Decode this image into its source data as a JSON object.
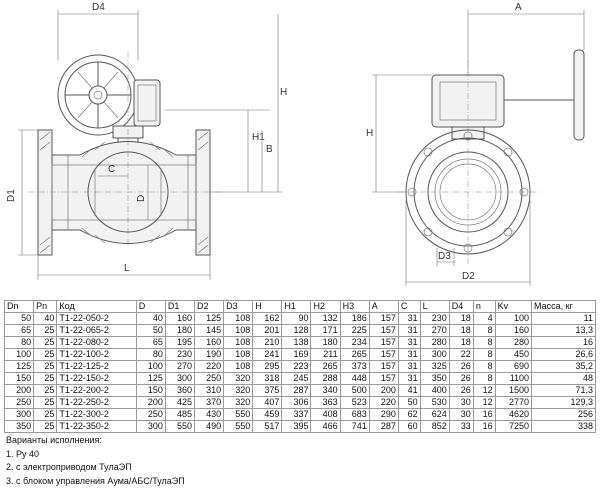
{
  "drawing": {
    "left_labels": [
      "D4",
      "H1",
      "H",
      "B",
      "D1",
      "C",
      "D",
      "L"
    ],
    "right_labels": [
      "A",
      "H",
      "D3",
      "D2"
    ]
  },
  "table": {
    "headers": [
      "Dn",
      "Pn",
      "Код",
      "D",
      "D1",
      "D2",
      "D3",
      "H",
      "H1",
      "H2",
      "H3",
      "A",
      "C",
      "L",
      "D4",
      "n",
      "Kv",
      "Масса, кг"
    ],
    "rows": [
      [
        "50",
        "40",
        "Т1-22-050-2",
        "40",
        "160",
        "125",
        "108",
        "162",
        "90",
        "132",
        "186",
        "157",
        "31",
        "230",
        "18",
        "4",
        "100",
        "11"
      ],
      [
        "65",
        "25",
        "Т1-22-065-2",
        "50",
        "180",
        "145",
        "108",
        "201",
        "128",
        "171",
        "225",
        "157",
        "31",
        "270",
        "18",
        "8",
        "160",
        "13,3"
      ],
      [
        "80",
        "25",
        "Т1-22-080-2",
        "65",
        "195",
        "160",
        "108",
        "210",
        "138",
        "180",
        "234",
        "157",
        "31",
        "280",
        "18",
        "8",
        "280",
        "16"
      ],
      [
        "100",
        "25",
        "Т1-22-100-2",
        "80",
        "230",
        "190",
        "108",
        "241",
        "169",
        "211",
        "265",
        "157",
        "31",
        "300",
        "22",
        "8",
        "450",
        "26,6"
      ],
      [
        "125",
        "25",
        "Т1-22-125-2",
        "100",
        "270",
        "220",
        "108",
        "295",
        "223",
        "265",
        "373",
        "157",
        "31",
        "325",
        "26",
        "8",
        "690",
        "35,2"
      ],
      [
        "150",
        "25",
        "Т1-22-150-2",
        "125",
        "300",
        "250",
        "320",
        "318",
        "245",
        "288",
        "448",
        "157",
        "31",
        "350",
        "26",
        "8",
        "1100",
        "48"
      ],
      [
        "200",
        "25",
        "Т1-22-200-2",
        "150",
        "360",
        "310",
        "320",
        "375",
        "287",
        "340",
        "500",
        "200",
        "41",
        "400",
        "26",
        "12",
        "1500",
        "71,3"
      ],
      [
        "250",
        "25",
        "Т1-22-250-2",
        "200",
        "425",
        "370",
        "320",
        "407",
        "306",
        "363",
        "523",
        "220",
        "50",
        "530",
        "30",
        "12",
        "2770",
        "129,3"
      ],
      [
        "300",
        "25",
        "Т1-22-300-2",
        "250",
        "485",
        "430",
        "550",
        "459",
        "337",
        "408",
        "683",
        "290",
        "62",
        "624",
        "30",
        "16",
        "4620",
        "256"
      ],
      [
        "350",
        "25",
        "Т1-22-350-2",
        "300",
        "550",
        "490",
        "550",
        "517",
        "395",
        "466",
        "741",
        "287",
        "60",
        "852",
        "33",
        "16",
        "7250",
        "338"
      ]
    ]
  },
  "notes": {
    "title": "Варианты исполнения:",
    "items": [
      "1. Ру 40",
      "2. с электроприводом ТулаЭП",
      "3. с блоком управления Аума/АБС/ТулаЭП"
    ]
  }
}
